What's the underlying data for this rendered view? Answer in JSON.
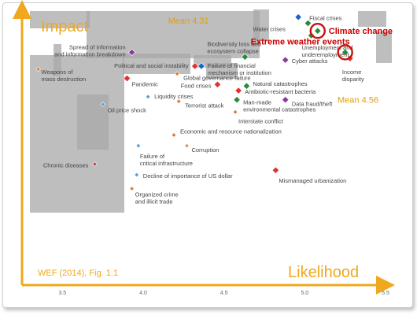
{
  "chart_data": {
    "type": "scatter",
    "xlabel": "Likelihood",
    "ylabel": "Impact",
    "source": "WEF (2014), Fig. 1.1",
    "xlim": [
      3.25,
      5.5
    ],
    "ylim": [
      3.35,
      5.15
    ],
    "x_ticks": [
      "3.5",
      "4.0",
      "4.5",
      "5.0",
      "5.5"
    ],
    "x_tick_values": [
      3.5,
      4.0,
      4.5,
      5.0,
      5.5
    ],
    "grid": false,
    "mean_x_label": "Mean 4.31",
    "mean_x": 4.31,
    "mean_y_label": "Mean 4.56",
    "mean_y": 4.56,
    "colors": {
      "axis": "#f0a81e",
      "mean_text": "#e0a010",
      "highlight_ring": "#cc1010",
      "highlight_text": "#cc0000",
      "label": "#444444",
      "occlusion": "#a8a8a8",
      "blue": "#1a66c8",
      "green": "#2a8a3a",
      "red": "#e03232",
      "purple": "#8c3aa0",
      "orange": "#e07a3a",
      "lightblue": "#5aa0d8",
      "darkred": "#c84040",
      "sand": "#d89a60"
    },
    "points": [
      {
        "label": "Fiscal crises",
        "x": 4.96,
        "y": 5.1,
        "color": "blue"
      },
      {
        "label": "Water crises",
        "x": 5.02,
        "y": 5.06,
        "color": "green"
      },
      {
        "label": "Climate change",
        "x": 5.08,
        "y": 5.01,
        "color": "green",
        "highlight": true
      },
      {
        "label": "Unemployment and underemployment",
        "x": 5.04,
        "y": 4.98,
        "color": "green"
      },
      {
        "label": "Biodiversity loss and ecosystem collapse",
        "x": 4.63,
        "y": 4.84,
        "color": "green"
      },
      {
        "label": "Extreme weather events",
        "x": 5.25,
        "y": 4.87,
        "color": "green",
        "highlight": true
      },
      {
        "label": "Income disparity",
        "x": 5.28,
        "y": 4.83,
        "color": "red"
      },
      {
        "label": "Cyber attacks",
        "x": 4.88,
        "y": 4.82,
        "color": "purple"
      },
      {
        "label": "Failure of financial mechanism or institution",
        "x": 4.36,
        "y": 4.78,
        "color": "blue"
      },
      {
        "label": "Political and social instability",
        "x": 4.32,
        "y": 4.78,
        "color": "red"
      },
      {
        "label": "Spread of information and information breakdown",
        "x": 3.93,
        "y": 4.87,
        "color": "purple"
      },
      {
        "label": "Global governance failure",
        "x": 4.21,
        "y": 4.73,
        "color": "orange"
      },
      {
        "label": "Weapons of mass destruction",
        "x": 3.35,
        "y": 4.76,
        "color": "orange"
      },
      {
        "label": "Pandemic",
        "x": 3.9,
        "y": 4.7,
        "color": "red"
      },
      {
        "label": "Food crises",
        "x": 4.46,
        "y": 4.66,
        "color": "red"
      },
      {
        "label": "Natural catastrophes",
        "x": 4.64,
        "y": 4.65,
        "color": "green"
      },
      {
        "label": "Antibiotic-resistant bacteria",
        "x": 4.59,
        "y": 4.62,
        "color": "red"
      },
      {
        "label": "Liquidity crises",
        "x": 4.03,
        "y": 4.58,
        "color": "lightblue"
      },
      {
        "label": "Man-made environmental catastrophes",
        "x": 4.58,
        "y": 4.56,
        "color": "green"
      },
      {
        "label": "Data fraud/theft",
        "x": 4.88,
        "y": 4.56,
        "color": "purple"
      },
      {
        "label": "Terrorist attack",
        "x": 4.22,
        "y": 4.55,
        "color": "orange"
      },
      {
        "label": "Interstate conflict",
        "x": 4.57,
        "y": 4.48,
        "color": "orange"
      },
      {
        "label": "Oil price shock",
        "x": 3.75,
        "y": 4.53,
        "color": "lightblue"
      },
      {
        "label": "Mismanaged urbanization",
        "x": 4.82,
        "y": 4.1,
        "color": "red"
      },
      {
        "label": "Economic and resource nationalization",
        "x": 4.19,
        "y": 4.33,
        "color": "orange"
      },
      {
        "label": "Corruption",
        "x": 4.27,
        "y": 4.26,
        "color": "sand"
      },
      {
        "label": "Failure of critical infrastructure",
        "x": 3.97,
        "y": 4.26,
        "color": "lightblue"
      },
      {
        "label": "Decline of importance of US dollar",
        "x": 3.96,
        "y": 4.07,
        "color": "lightblue"
      },
      {
        "label": "Chronic diseases",
        "x": 3.7,
        "y": 4.14,
        "color": "darkred"
      },
      {
        "label": "Organized crime and illicit trade",
        "x": 3.93,
        "y": 3.98,
        "color": "orange"
      }
    ]
  }
}
